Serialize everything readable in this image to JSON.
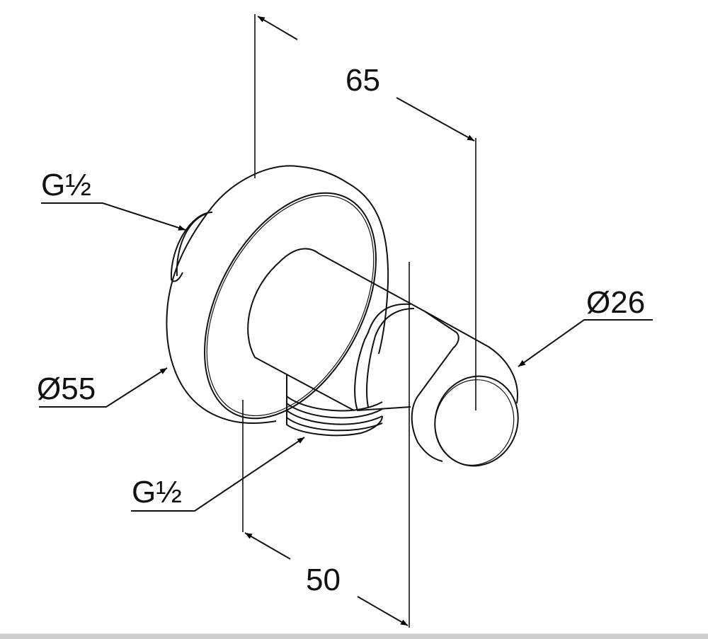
{
  "drawing": {
    "dimensions": {
      "depth_total": "65",
      "depth_outlet": "50",
      "flange_diameter": "Ø55",
      "holder_diameter": "Ø26",
      "inlet_thread": "G½",
      "outlet_thread": "G½"
    },
    "colors": {
      "line": "#111111",
      "background": "#ffffff",
      "bottom_bar": "#cfcfcf"
    }
  }
}
